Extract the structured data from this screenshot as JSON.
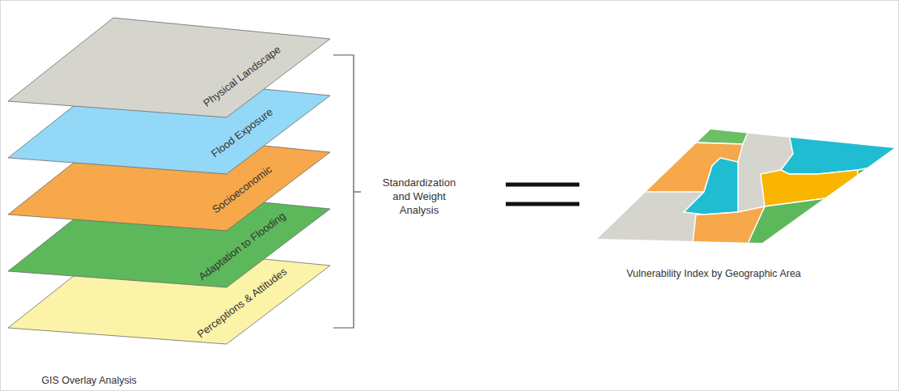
{
  "diagram": {
    "nodes": [
      {
        "text": [
          "Physical Landscape"
        ]
      },
      {
        "text": [
          "Flood Exposure"
        ]
      },
      {
        "text": [
          "Socioeconomic"
        ]
      },
      {
        "text": [
          "Adaptation to Flooding"
        ]
      },
      {
        "text": [
          "Perceptions & Attitudes"
        ]
      }
    ],
    "labels": [
      "Standardization and Weight Analysis",
      "Vulnerability Index by Geographic Area",
      "GIS Overlay Analysis"
    ]
  }
}
